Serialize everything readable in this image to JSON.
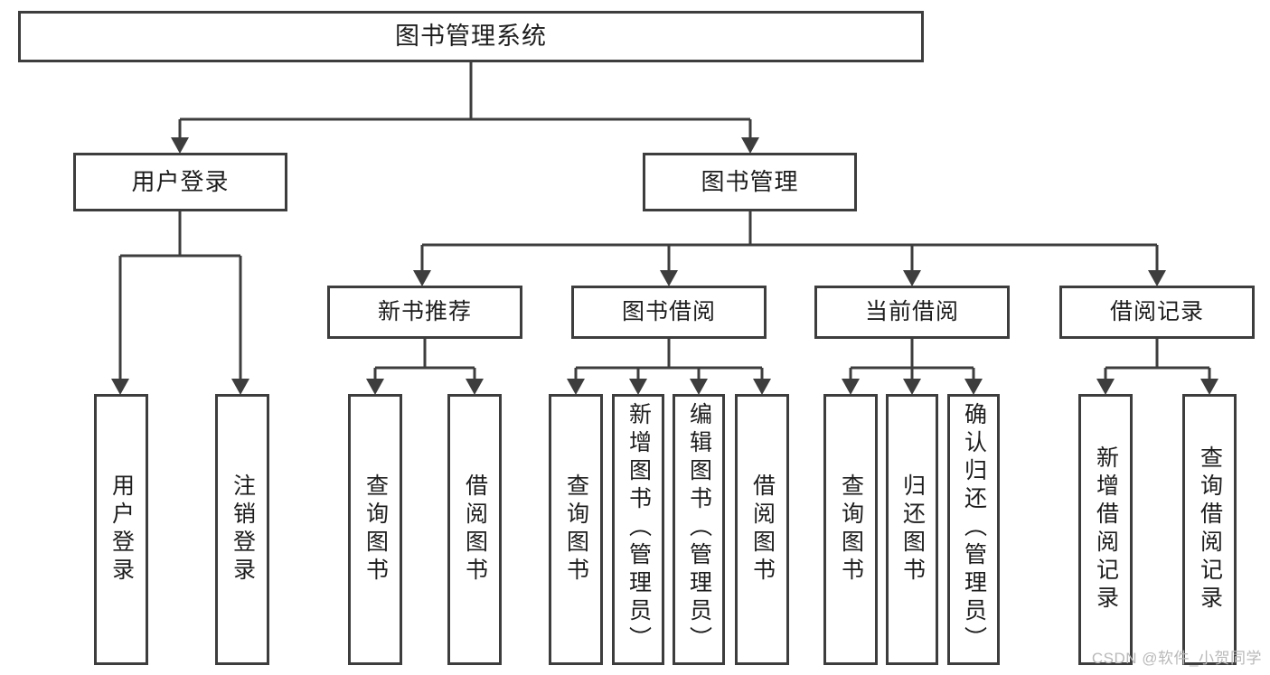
{
  "diagram": {
    "type": "tree",
    "title": "图书管理系统",
    "orientation": "top-down",
    "colors": {
      "box_border": "#3d3d3d",
      "box_fill": "#ffffff",
      "connector": "#3d3d3d",
      "background": "#ffffff",
      "watermark": "#b9b9b9"
    }
  },
  "root": {
    "label": "图书管理系统"
  },
  "level2": [
    {
      "label": "用户登录"
    },
    {
      "label": "图书管理"
    }
  ],
  "level3": [
    {
      "label": "新书推荐"
    },
    {
      "label": "图书借阅"
    },
    {
      "label": "当前借阅"
    },
    {
      "label": "借阅记录"
    }
  ],
  "leaves": {
    "user_login": [
      {
        "label": "用户登录"
      },
      {
        "label": "注销登录"
      }
    ],
    "new_book_recommend": [
      {
        "label": "查询图书"
      },
      {
        "label": "借阅图书"
      }
    ],
    "book_borrow": [
      {
        "label": "查询图书"
      },
      {
        "label": "新增图书（管理员）"
      },
      {
        "label": "编辑图书（管理员）"
      },
      {
        "label": "借阅图书"
      }
    ],
    "current_borrow": [
      {
        "label": "查询图书"
      },
      {
        "label": "归还图书"
      },
      {
        "label": "确认归还（管理员）"
      }
    ],
    "borrow_record": [
      {
        "label": "新增借阅记录"
      },
      {
        "label": "查询借阅记录"
      }
    ]
  },
  "watermark": {
    "text": "CSDN @软件_小贺同学"
  }
}
